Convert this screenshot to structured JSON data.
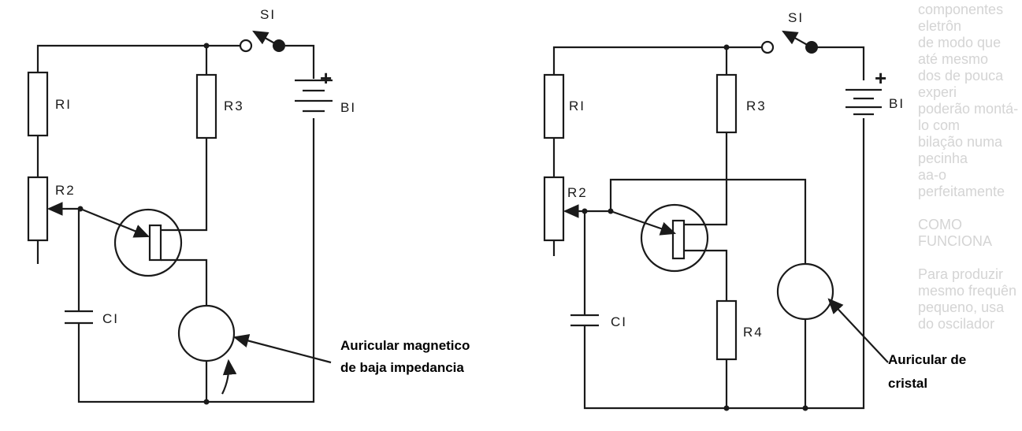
{
  "left_circuit": {
    "labels": {
      "s1": "SI",
      "b1": "BI",
      "plus": "+",
      "r1": "RI",
      "r2": "R2",
      "r3": "R3",
      "c1": "CI"
    },
    "annotation": [
      "Auricular magnetico",
      "de baja impedancia"
    ]
  },
  "right_circuit": {
    "labels": {
      "s1": "SI",
      "b1": "BI",
      "plus": "+",
      "r1": "RI",
      "r2": "R2",
      "r3": "R3",
      "r4": "R4",
      "c1": "CI"
    },
    "annotation": [
      "Auricular de",
      "cristal"
    ]
  },
  "background_text": [
    "componentes eletrôn",
    "de modo que até mesmo",
    "dos de pouca experi",
    "poderão montá-lo com",
    "bilação numa pecinha",
    "aa-o perfeitamente",
    "",
    "COMO FUNCIONA",
    "",
    "Para produzir",
    "mesmo frequên",
    "pequeno, usa",
    "do oscilador"
  ]
}
